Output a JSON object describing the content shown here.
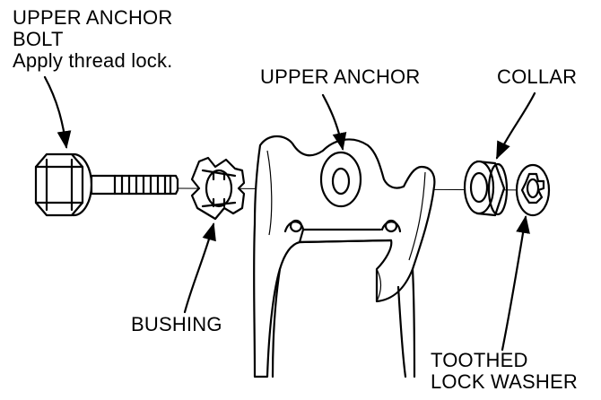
{
  "labels": {
    "upper_anchor_bolt_line1": "UPPER ANCHOR",
    "upper_anchor_bolt_line2": "BOLT",
    "upper_anchor_bolt_note": "Apply thread lock.",
    "upper_anchor": "UPPER ANCHOR",
    "collar": "COLLAR",
    "bushing": "BUSHING",
    "toothed_lock_washer_line1": "TOOTHED",
    "toothed_lock_washer_line2": "LOCK WASHER"
  }
}
